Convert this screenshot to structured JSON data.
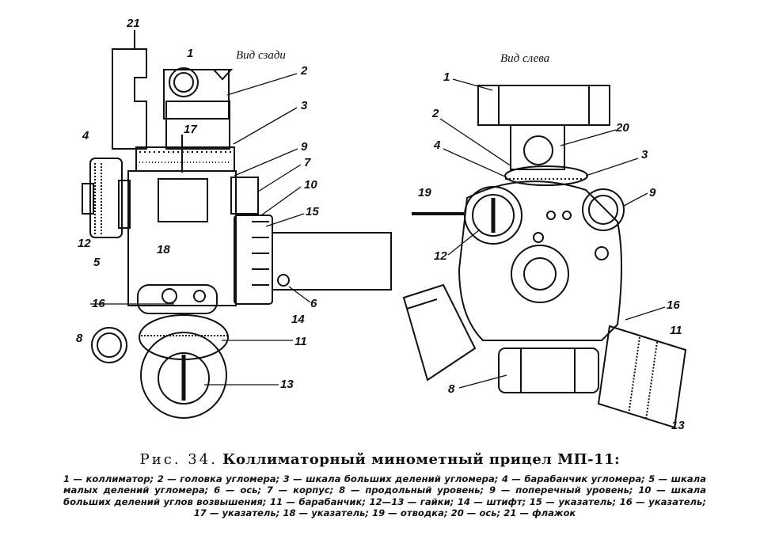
{
  "figure": {
    "rear_view_title": "Вид сзади",
    "left_view_title": "Вид слева",
    "rear_callouts": {
      "c21": "21",
      "c1": "1",
      "c2": "2",
      "c3": "3",
      "c17": "17",
      "c9": "9",
      "c4": "4",
      "c7": "7",
      "c10": "10",
      "c15": "15",
      "c12": "12",
      "c5": "5",
      "c18": "18",
      "c16": "16",
      "c6": "6",
      "c14": "14",
      "c8": "8",
      "c11": "11",
      "c13": "13"
    },
    "left_callouts": {
      "c1": "1",
      "c2": "2",
      "c20": "20",
      "c4": "4",
      "c3": "3",
      "c19": "19",
      "c9": "9",
      "c12": "12",
      "c16": "16",
      "c11": "11",
      "c8": "8",
      "c13": "13"
    }
  },
  "caption": {
    "lead": "Рис. 34.",
    "title": "Коллиматорный минометный прицел МП-11:"
  },
  "legend": [
    "1 — коллиматор;",
    "2 — головка угломера;",
    "3 — шкала больших делений угломера;",
    "4 — барабанчик угломера;",
    "5 — шкала малых делений угломера;",
    "6 — ось;",
    "7 — корпус;",
    "8 — продольный уровень;",
    "9 — поперечный уровень;",
    "10 — шкала больших делений углов возвышения;",
    "11 — барабанчик;",
    "12—13 — гайки;",
    "14 — штифт;",
    "15 — указатель;",
    "16 — указатель;",
    "17 — указатель;",
    "18 — указатель;",
    "19 — отводка;",
    "20 — ось;",
    "21 — флажок"
  ]
}
